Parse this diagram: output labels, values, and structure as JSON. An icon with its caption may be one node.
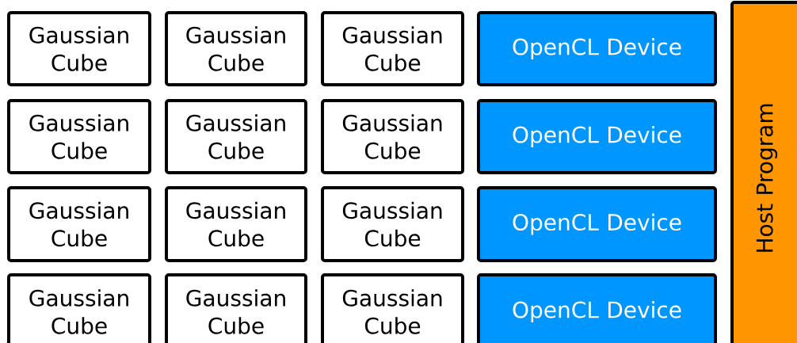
{
  "diagram": {
    "nodes": [
      {
        "text": [
          "Gaussian Cube"
        ]
      },
      {
        "text": [
          "Gaussian Cube"
        ]
      },
      {
        "text": [
          "Gaussian Cube"
        ]
      },
      {
        "text": [
          "OpenCL Device"
        ]
      },
      {
        "text": [
          "Gaussian Cube"
        ]
      },
      {
        "text": [
          "Gaussian Cube"
        ]
      },
      {
        "text": [
          "Gaussian Cube"
        ]
      },
      {
        "text": [
          "OpenCL Device"
        ]
      },
      {
        "text": [
          "Gaussian Cube"
        ]
      },
      {
        "text": [
          "Gaussian Cube"
        ]
      },
      {
        "text": [
          "Gaussian Cube"
        ]
      },
      {
        "text": [
          "OpenCL Device"
        ]
      },
      {
        "text": [
          "Gaussian Cube"
        ]
      },
      {
        "text": [
          "Gaussian Cube"
        ]
      },
      {
        "text": [
          "Gaussian Cube"
        ]
      },
      {
        "text": [
          "OpenCL Device"
        ]
      },
      {
        "text": [
          "Host Program"
        ]
      }
    ]
  }
}
